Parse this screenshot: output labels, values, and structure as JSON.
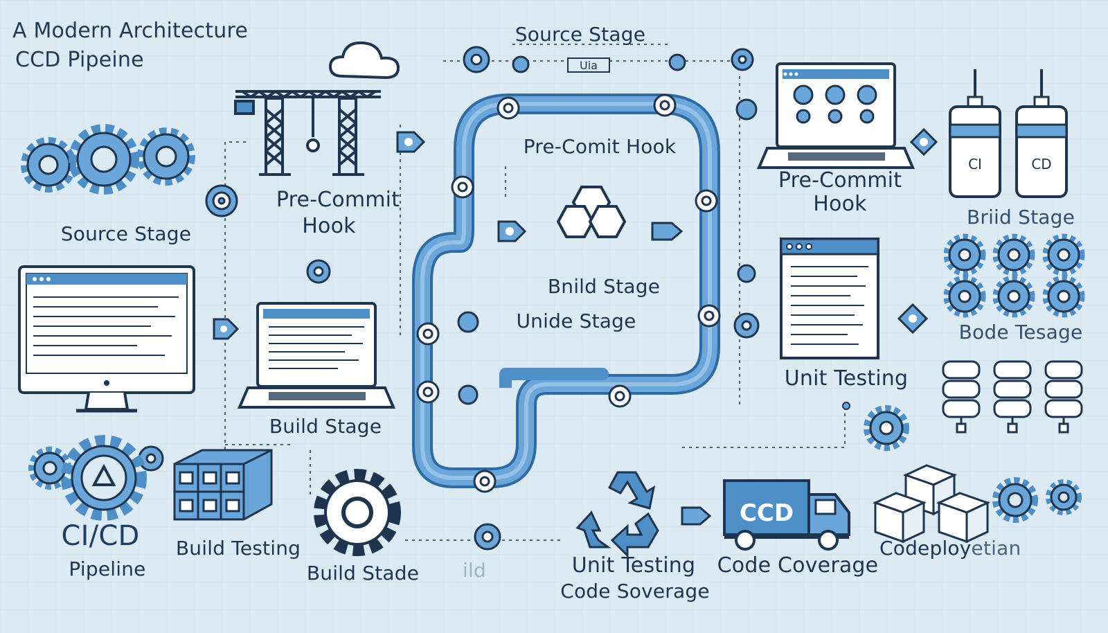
{
  "title": {
    "line1": "A Modern Architecture",
    "line2": "CCD Pipeine"
  },
  "labels": {
    "top_source_stage": "Source Stage",
    "left_source_stage": "Source Stage",
    "crane_precommit_line1": "Pre-Commit",
    "crane_precommit_line2": "Hook",
    "inner_precommit": "Pre-Comit Hook",
    "inner_build_stage": "Bnild Stage",
    "inner_unide_stage": "Unide Stage",
    "right_precommit_line1": "Pre-Commit",
    "right_precommit_line2": "Hook",
    "right_build_stage": "Briid Stage",
    "right_bode_tesage": "Bode Tesage",
    "unit_testing_right": "Unit Testing",
    "left_build_stage": "Build Stage",
    "cicd_line1": "CI/CD",
    "cicd_line2": "Pipeline",
    "build_testing": "Build Testing",
    "build_stade": "Build Stade",
    "faded_ild": "ild",
    "unit_testing_bottom": "Unit Testing",
    "code_soverage": "Code Soverage",
    "code_coverage": "Code Coverage",
    "codeploy": "Codeploy",
    "codeploy_tail": "etian",
    "truck_text": "CCD",
    "tank_ci": "CI",
    "tank_cd": "CD",
    "pipe_tag": "Uia"
  },
  "colors": {
    "background": "#dceaf4",
    "pipe": "#4f8fc8",
    "pipe_dark": "#2e6aa3",
    "line": "#1e3550",
    "accent": "#3f7fc0",
    "dash": "#46627f"
  },
  "icons": [
    "cloud-icon",
    "crane-icon",
    "gears-icon",
    "monitor-icon",
    "laptop-icon",
    "recycle-gear-icon",
    "boxes-icon",
    "gear-icon",
    "recycle-icon",
    "truck-icon",
    "cubes-icon",
    "tank-icon",
    "server-stack-icon",
    "document-window-icon",
    "hexagon-logo-icon"
  ]
}
